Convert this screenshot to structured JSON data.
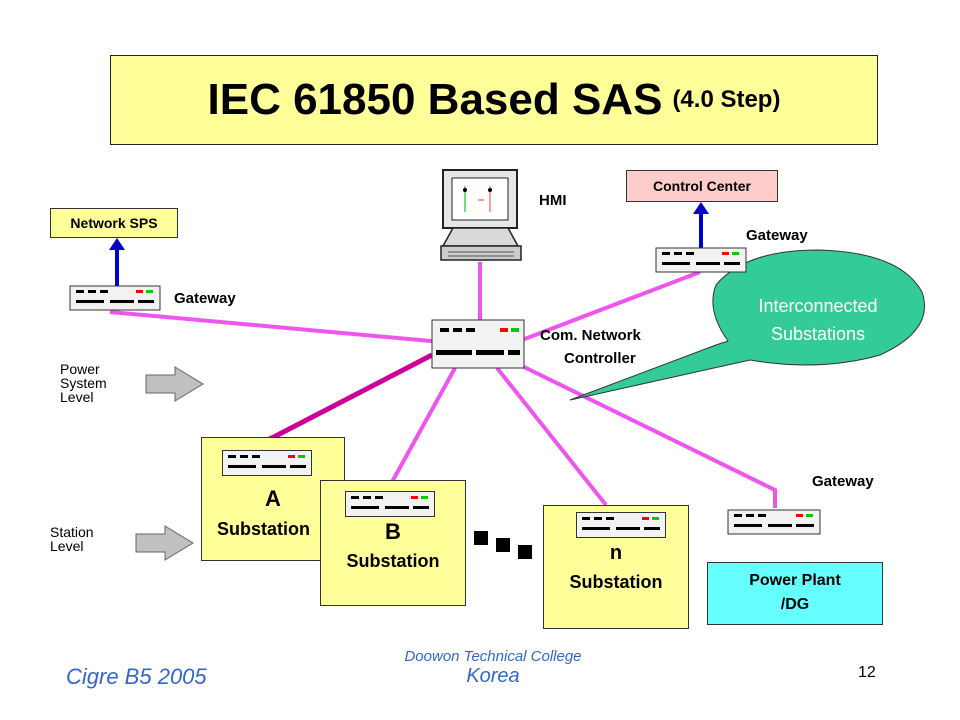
{
  "title": {
    "main": "IEC 61850 Based SAS",
    "sub": "(4.0 Step)"
  },
  "nodes": {
    "hmi": "HMI",
    "network_sps": "Network SPS",
    "control_center": "Control Center",
    "gateway_left": "Gateway",
    "gateway_right_top": "Gateway",
    "gateway_bottom_right": "Gateway",
    "com_network_line1": "Com. Network",
    "com_network_line2": "Controller",
    "power_plant_line1": "Power Plant",
    "power_plant_line2": "/DG",
    "callout_line1": "Interconnected",
    "callout_line2": "Substations"
  },
  "levels": {
    "power_system": [
      "Power",
      "System",
      "Level"
    ],
    "station": [
      "Station",
      "Level"
    ]
  },
  "substations": [
    {
      "letter": "A",
      "name": "Substation"
    },
    {
      "letter": "B",
      "name": "Substation"
    },
    {
      "letter": "n",
      "name": "Substation"
    }
  ],
  "footer": {
    "left": "Cigre B5  2005",
    "center_line1": "Doowon Technical College",
    "center_line2": "Korea",
    "page": "12"
  },
  "colors": {
    "title_bg": "#ffff99",
    "link": "#ee55ee",
    "link_dark": "#cc0099",
    "uplink": "#0000cc",
    "control_center_bg": "#ffcccc",
    "power_plant_bg": "#66ffff",
    "callout_bg": "#33cc99",
    "footer_text": "#3366cc"
  }
}
